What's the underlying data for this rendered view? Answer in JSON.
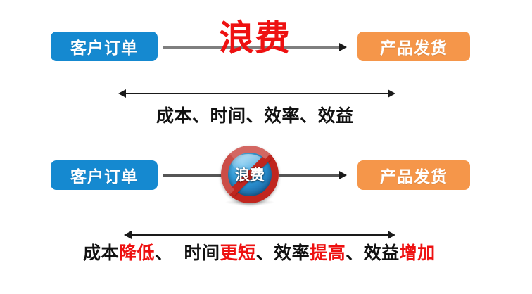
{
  "diagram": {
    "title_visible": false,
    "colors": {
      "blue_box": "#1589d0",
      "orange_box": "#f5964a",
      "red_accent": "#ee1111",
      "ring_red": "#c0261f",
      "line_gray": "#7f7f7f",
      "arrow_black": "#1a1a1a",
      "text_black": "#111111",
      "background": "#ffffff"
    },
    "row_top": {
      "source_label": "客户订单",
      "middle_label": "浪费",
      "target_label": "产品发货",
      "caption": {
        "segments": [
          {
            "text": "成本、时间、效率、效益",
            "color": "black"
          }
        ],
        "plain": "成本、时间、效率、效益"
      }
    },
    "row_bottom": {
      "source_label": "客户订单",
      "middle_label": "浪费",
      "middle_state": "prohibited",
      "target_label": "产品发货",
      "caption": {
        "segments": [
          {
            "text": "成本",
            "color": "black"
          },
          {
            "text": "降低",
            "color": "red"
          },
          {
            "text": "、",
            "color": "black"
          },
          {
            "text": "GAP",
            "color": "gap"
          },
          {
            "text": "时间",
            "color": "black"
          },
          {
            "text": "更短",
            "color": "red"
          },
          {
            "text": "、",
            "color": "black"
          },
          {
            "text": "效率",
            "color": "black"
          },
          {
            "text": "提高",
            "color": "red"
          },
          {
            "text": "、",
            "color": "black"
          },
          {
            "text": "效益",
            "color": "black"
          },
          {
            "text": "增加",
            "color": "red"
          }
        ],
        "plain": "成本降低、 时间更短、效率提高、效益增加"
      }
    },
    "icons": {
      "prohibition": "no-entry-icon",
      "arrow_right": "arrow-right-icon",
      "arrow_double": "arrow-double-icon"
    }
  }
}
